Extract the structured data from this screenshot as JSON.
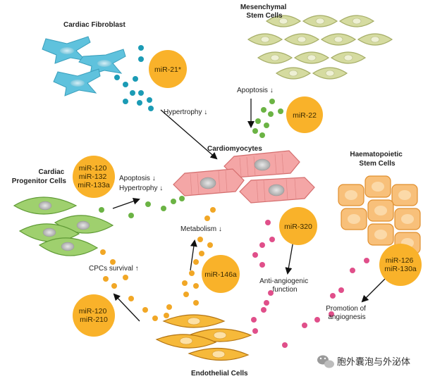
{
  "cells": {
    "cardiac_fibroblast": "Cardiac Fibroblast",
    "mesenchymal_stem_cells": [
      "Mesenchymal",
      "Stem Cells"
    ],
    "cardiomyocytes": "Cardiomyocytes",
    "haematopoietic_stem_cells": [
      "Haematopoietic",
      "Stem Cells"
    ],
    "cardiac_progenitor_cells": [
      "Cardiac",
      "Progenitor Cells"
    ],
    "endothelial_cells": "Endothelial Cells"
  },
  "mirnas": {
    "fibroblast": [
      "miR-21*"
    ],
    "msc": [
      "miR-22"
    ],
    "progenitor": [
      "miR-120",
      "miR-132",
      "miR-133a"
    ],
    "endothelial_metabolism": [
      "miR-146a"
    ],
    "endothelial_angiogenic": [
      "miR-320"
    ],
    "hsc": [
      "miR-126",
      "miR-130a"
    ],
    "cpc_survival": [
      "miR-120",
      "miR-210"
    ]
  },
  "effects": {
    "hypertrophy": "Hypertrophy ↓",
    "apoptosis_msc": "Apoptosis ↓",
    "apoptosis_cpc": "Apoptosis ↓",
    "hypertrophy_cpc": "Hypertrophy ↓",
    "metabolism": "Metabolism ↓",
    "anti_angiogenic": [
      "Anti-angiogenic",
      "function"
    ],
    "promotion": [
      "Promotion of",
      "angiognesis"
    ],
    "cpcs_survival": "CPCs survival ↑"
  },
  "watermark": "胞外囊泡与外泌体",
  "colors": {
    "mirna_bubble": "#f9b22a",
    "fibroblast": "#5fc2dd",
    "msc": "#d5dba0",
    "cardiomyocyte": "#f4a6a6",
    "hsc": "#f8c07a",
    "progenitor": "#9fd06e",
    "endothelial": "#f6b93a",
    "dot_blue": "#1b9bb5",
    "dot_green": "#6bb344",
    "dot_orange": "#f1a726",
    "dot_pink": "#e04f8a"
  }
}
